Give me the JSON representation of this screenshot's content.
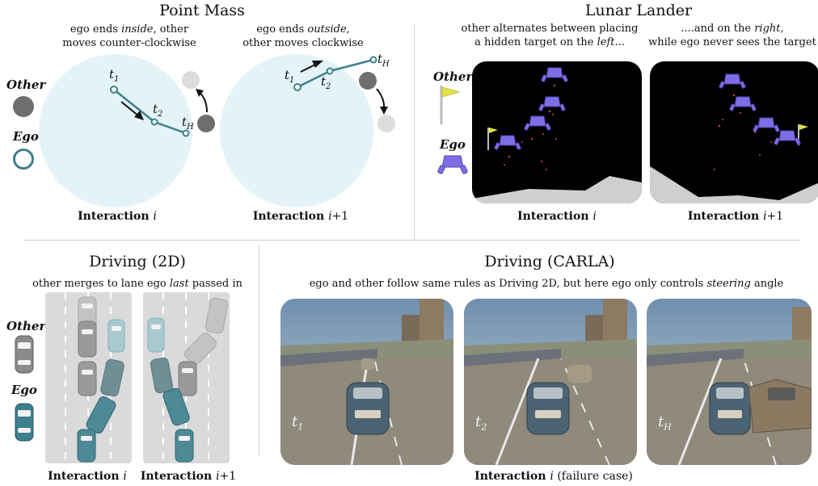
{
  "point_mass": {
    "title": "Point Mass",
    "cap_left": [
      "ego ends ",
      "inside",
      ", other",
      "moves counter-clockwise"
    ],
    "cap_right": [
      "ego ends ",
      "outside",
      ",",
      "other moves clockwise"
    ],
    "label_left": [
      "Interaction ",
      "i"
    ],
    "label_right": [
      "Interaction ",
      "i",
      "+1"
    ],
    "legend_other": "Other",
    "legend_ego": "Ego",
    "t1": "t",
    "t1_sub": "1",
    "t2": "t",
    "t2_sub": "2",
    "tH": "t",
    "tH_sub": "H"
  },
  "lunar": {
    "title": "Lunar Lander",
    "cap_left": [
      "other alternates between placing",
      "a hidden target on the ",
      "left",
      "..."
    ],
    "cap_right": [
      "....and on the ",
      "right",
      ",",
      "while ego never sees the target"
    ],
    "label_left": [
      "Interaction ",
      "i"
    ],
    "label_right": [
      "Interaction ",
      "i",
      "+1"
    ],
    "legend_other": "Other",
    "legend_ego": "Ego"
  },
  "driving2d": {
    "title": "Driving (2D)",
    "cap": [
      "other merges to lane ego ",
      "last",
      " passed in"
    ],
    "label_left": [
      "Interaction ",
      "i"
    ],
    "label_right": [
      "Interaction ",
      "i",
      "+1"
    ],
    "legend_other": "Other",
    "legend_ego": "Ego"
  },
  "carla": {
    "title": "Driving (CARLA)",
    "cap": [
      "ego and other follow same rules as Driving 2D, but here ego only controls ",
      "steering",
      " angle"
    ],
    "label": [
      "Interaction ",
      "i",
      " (failure case)"
    ],
    "t1": "t",
    "t1_sub": "1",
    "t2": "t",
    "t2_sub": "2",
    "tH": "t",
    "tH_sub": "H"
  },
  "colors": {
    "ego": "#3d7f8c",
    "other": "#6e6e6e",
    "circle_fill": "#e4f3f7",
    "lander": "#7e6ee6"
  }
}
